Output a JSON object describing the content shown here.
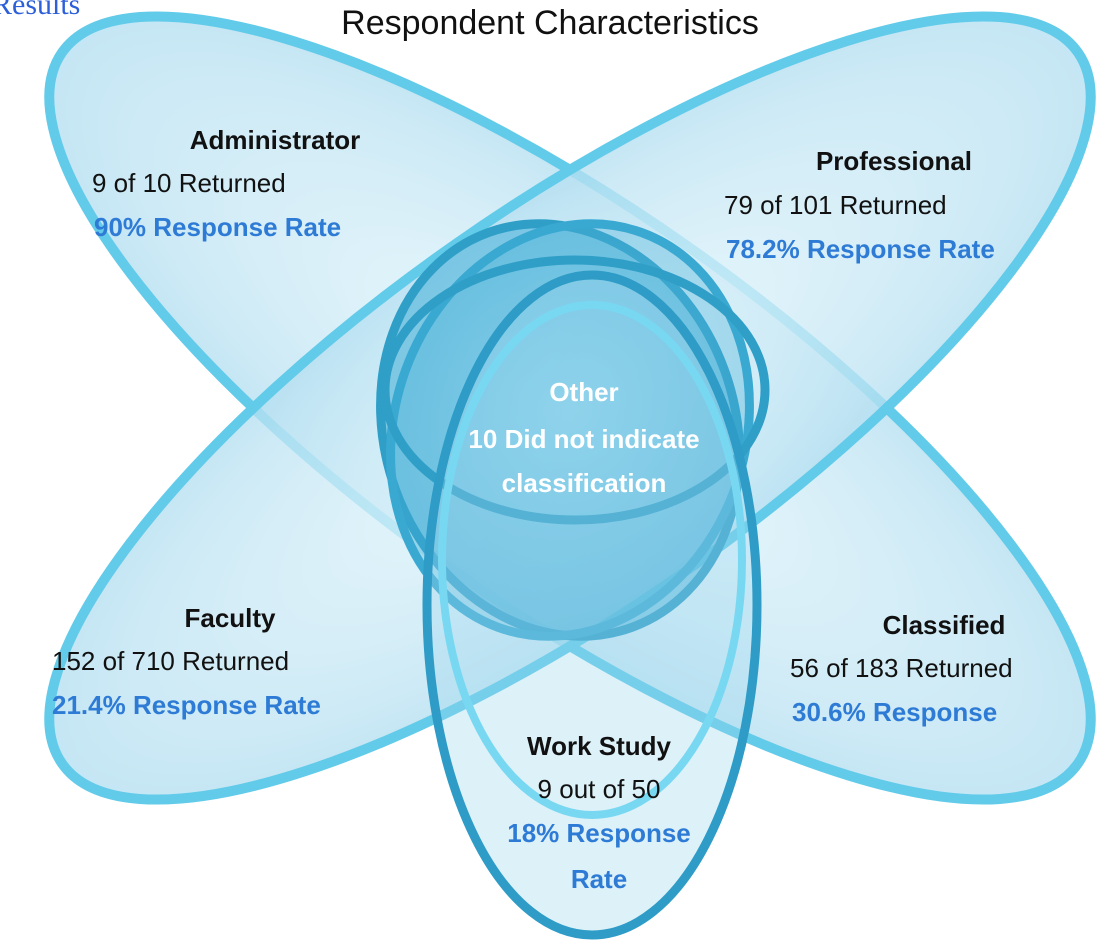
{
  "header": {
    "results_label": "Results",
    "title": "Respondent Characteristics"
  },
  "colors": {
    "petal_fill": "#bfe4f3",
    "petal_stroke": "#5bc8e8",
    "center_stroke": "#2f9fc8",
    "rate_text": "#2e7bd6",
    "center_text": "#ffffff"
  },
  "groups": {
    "administrator": {
      "name": "Administrator",
      "returned": "9 of 10 Returned",
      "rate": "90% Response Rate"
    },
    "professional": {
      "name": "Professional",
      "returned": "79 of 101 Returned",
      "rate": "78.2% Response Rate"
    },
    "faculty": {
      "name": "Faculty",
      "returned": "152 of 710 Returned",
      "rate": "21.4% Response Rate"
    },
    "classified": {
      "name": "Classified",
      "returned": "56 of  183 Returned",
      "rate": "30.6% Response"
    },
    "work_study": {
      "name": "Work Study",
      "returned": "9 out of 50",
      "rate_line1": "18% Response",
      "rate_line2": "Rate"
    },
    "other": {
      "name": "Other",
      "line1": "10 Did not indicate",
      "line2": "classification"
    }
  }
}
